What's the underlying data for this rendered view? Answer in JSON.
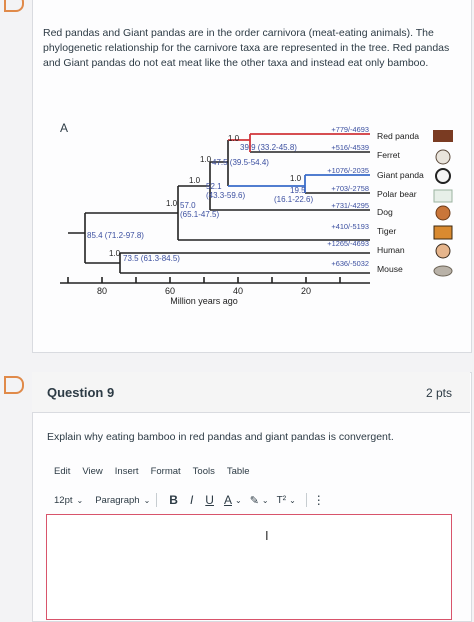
{
  "question_prompt": "Red pandas and Giant pandas are in the order carnivora (meat-eating animals). The phylogenetic relationship for the carnivore taxa are represented in the tree. Red pandas and Giant pandas do not eat meat like the other taxa and instead eat only bamboo.",
  "figure": {
    "panel_label": "A",
    "axis_title": "Million years ago",
    "axis_ticks": [
      "80",
      "60",
      "40",
      "20"
    ],
    "node_labels": {
      "n1_support": "1.0",
      "n1_age": "39.9 (33.2-45.8)",
      "n2_support": "1.0",
      "n2_age": "47.5 (39.5-54.4)",
      "n3_support": "1.0",
      "n3_age_a": "52.1",
      "n3_age_b": "(43.3-59.6)",
      "n4_support": "1.0",
      "n4_age_a": "19.5",
      "n4_age_b": "(16.1-22.6)",
      "n5_support": "1.0",
      "n5_age_a": "57.0",
      "n5_age_b": "(65.1-47.5)",
      "n6_age": "85.4 (71.2-97.8)",
      "n7_support": "1.0",
      "n7_age": "73.5 (61.3-84.5)"
    },
    "taxa": [
      {
        "name": "Red panda",
        "count": "+779/-4693"
      },
      {
        "name": "Ferret",
        "count": "+516/-4539"
      },
      {
        "name": "Giant panda",
        "count": "+1076/-2035"
      },
      {
        "name": "Polar bear",
        "count": "+703/-2758"
      },
      {
        "name": "Dog",
        "count": "+731/-4295"
      },
      {
        "name": "Tiger",
        "count": "+410/-5193"
      },
      {
        "name": "Human",
        "count": "+1265/-4693"
      },
      {
        "name": "Mouse",
        "count": "+636/-5032"
      }
    ]
  },
  "question": {
    "title": "Question 9",
    "points": "2 pts",
    "text": "Explain why eating bamboo in red pandas and giant pandas is convergent."
  },
  "editor": {
    "menu": [
      "Edit",
      "View",
      "Insert",
      "Format",
      "Tools",
      "Table"
    ],
    "font_size": "12pt",
    "paragraph": "Paragraph",
    "bold": "B",
    "italic": "I",
    "underline": "U",
    "text_color": "A",
    "highlight": "✎",
    "superscript": "T²",
    "more": "⋮"
  },
  "colors": {
    "red_branch": "#d0343a",
    "blue_branch": "#3a6cc9",
    "node_text": "#3b4fa0",
    "error_border": "#d8546b",
    "marker": "#e08a4a"
  }
}
